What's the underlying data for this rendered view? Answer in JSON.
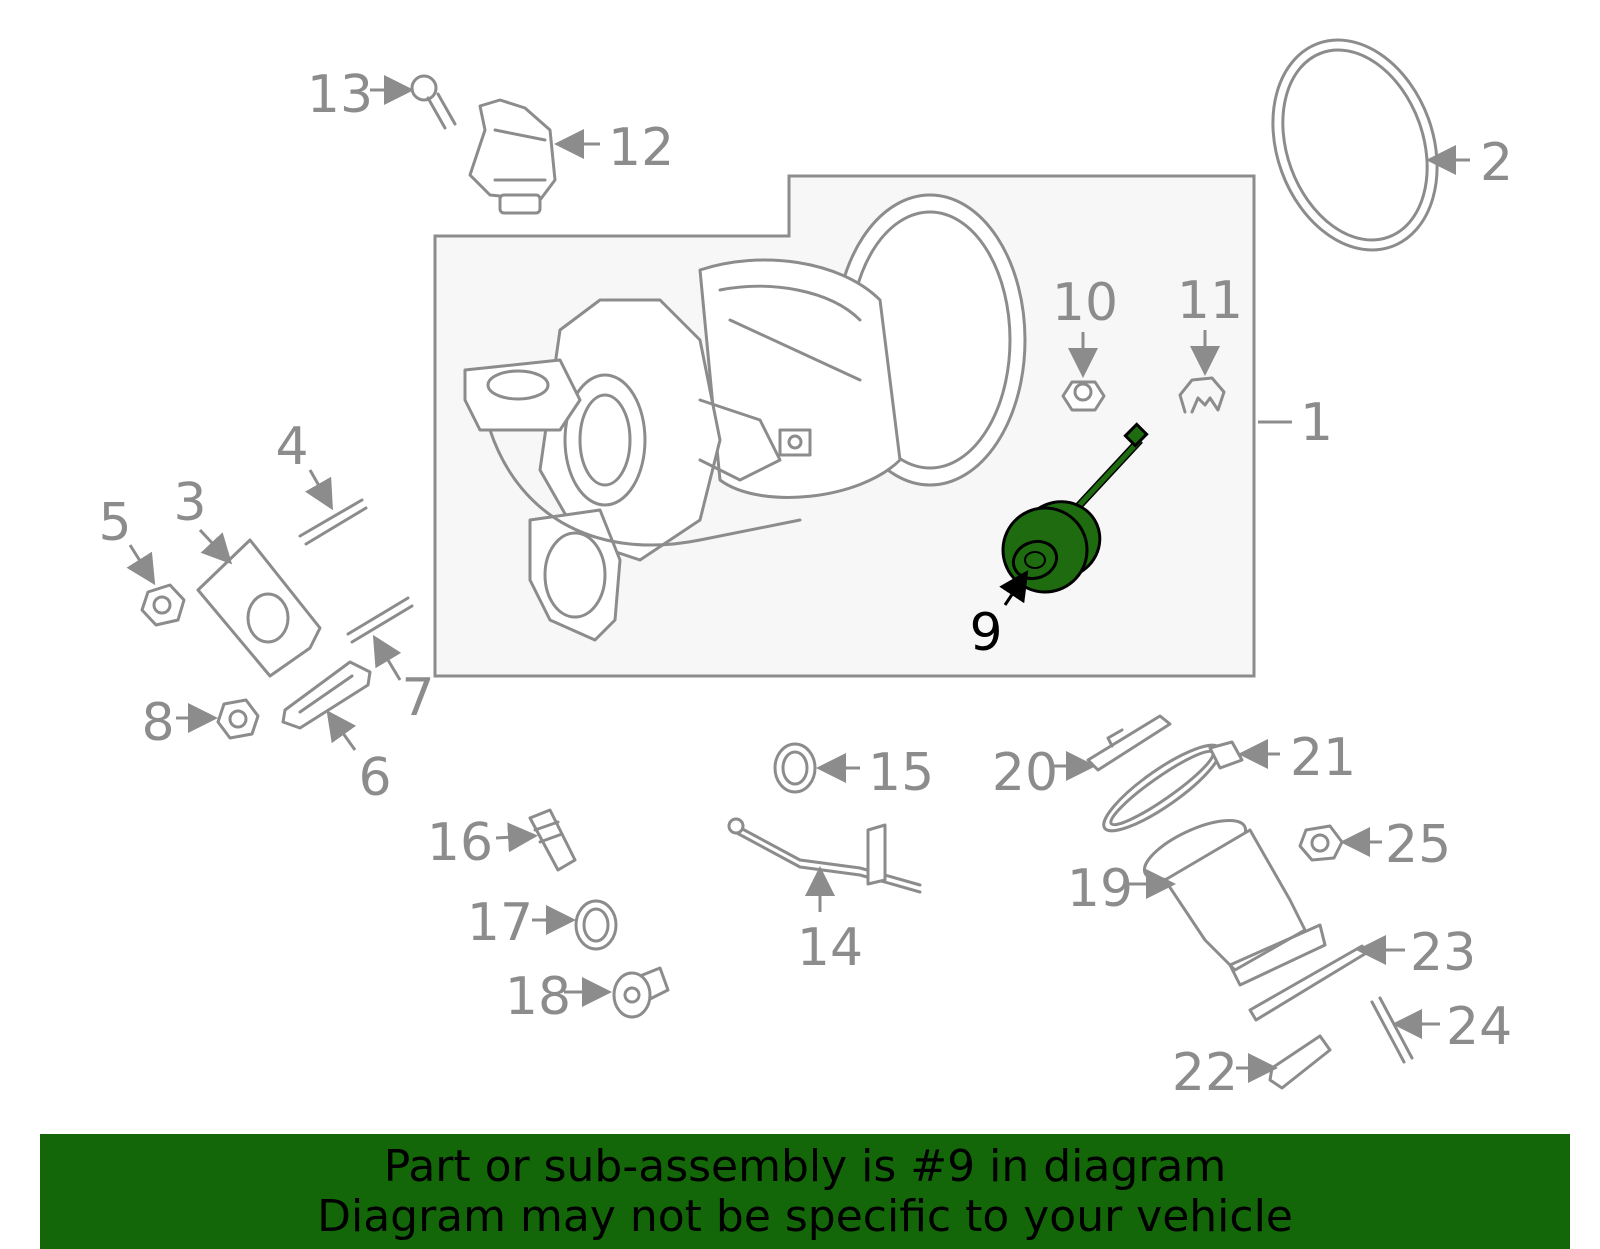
{
  "highlight_color": "#1e6b10",
  "banner_color": "#136709",
  "banner": {
    "line1": "Part or sub-assembly is #9 in diagram",
    "line2": "Diagram may not be specific to your vehicle"
  },
  "callouts": {
    "c1": "1",
    "c2": "2",
    "c3": "3",
    "c4": "4",
    "c5": "5",
    "c6": "6",
    "c7": "7",
    "c8": "8",
    "c9": "9",
    "c10": "10",
    "c11": "11",
    "c12": "12",
    "c13": "13",
    "c14": "14",
    "c15": "15",
    "c16": "16",
    "c17": "17",
    "c18": "18",
    "c19": "19",
    "c20": "20",
    "c21": "21",
    "c22": "22",
    "c23": "23",
    "c24": "24",
    "c25": "25"
  },
  "highlighted_part": "9"
}
